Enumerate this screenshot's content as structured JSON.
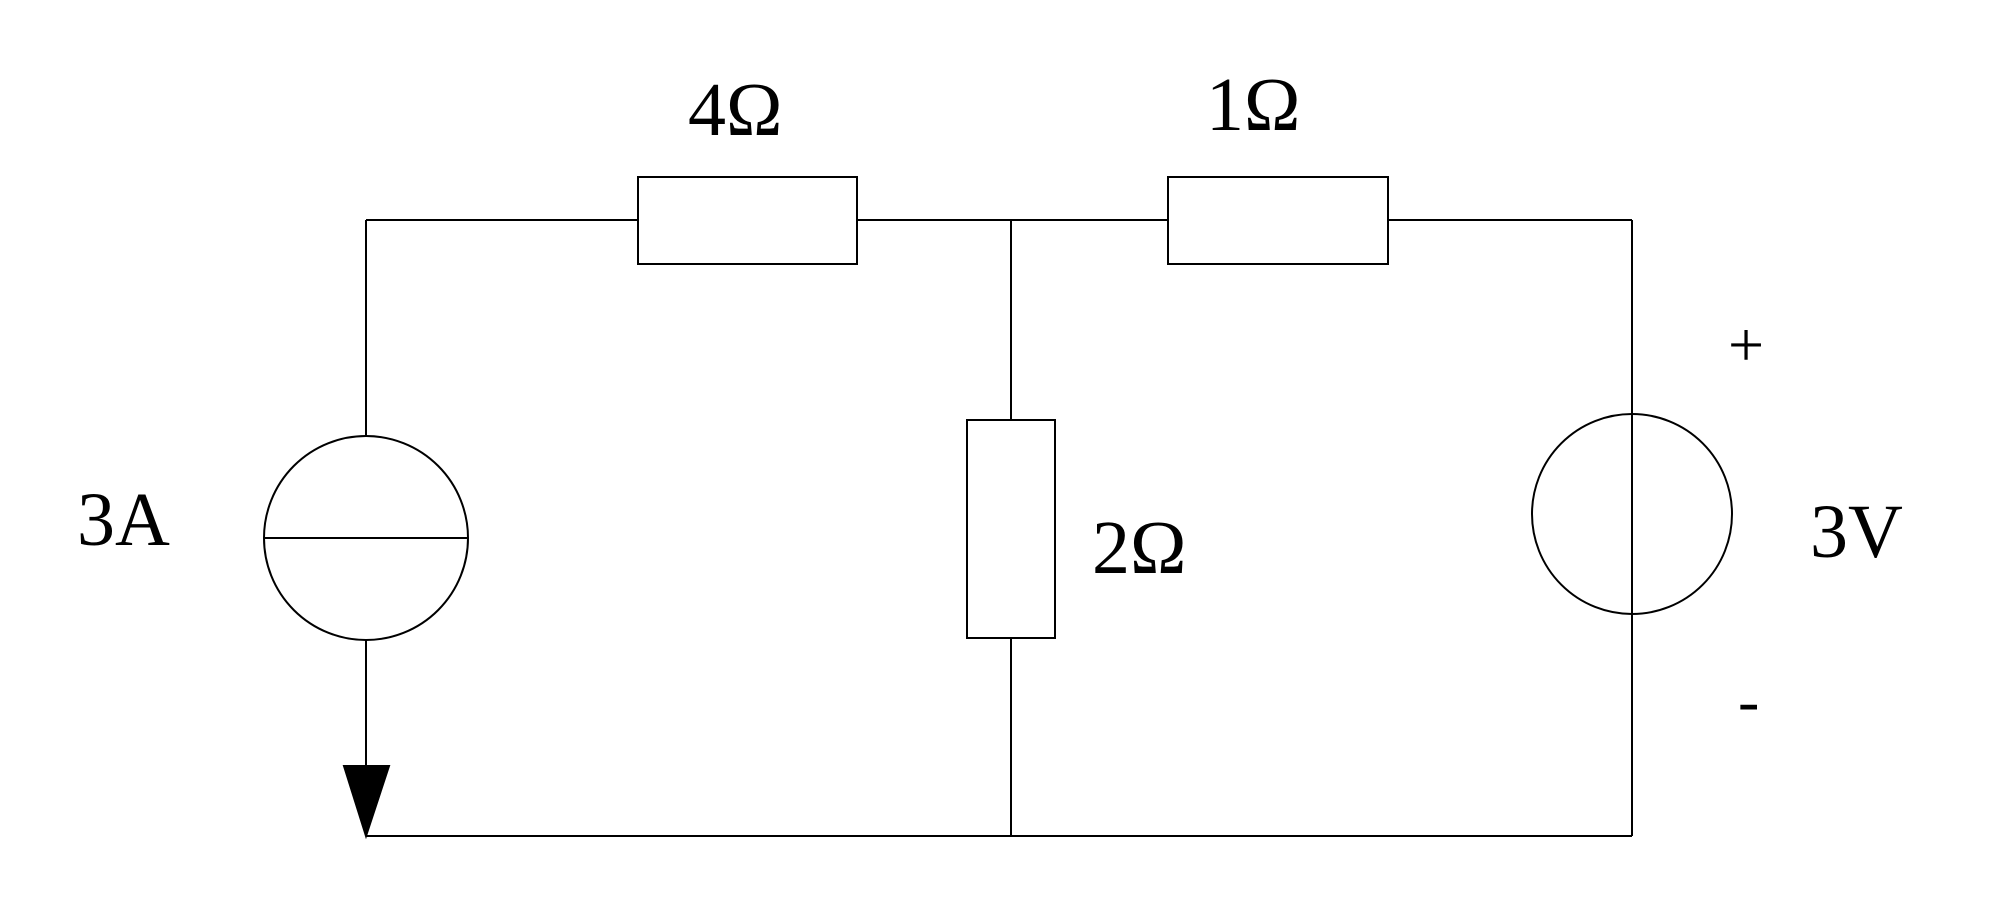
{
  "diagram": {
    "type": "circuit-schematic",
    "components": {
      "resistor_top_left": {
        "label": "4Ω"
      },
      "resistor_top_right": {
        "label": "1Ω"
      },
      "resistor_middle": {
        "label": "2Ω"
      },
      "current_source": {
        "label": "3A",
        "direction": "down"
      },
      "voltage_source": {
        "label": "3V",
        "plus": "+",
        "minus": "-"
      }
    },
    "colors": {
      "stroke": "#000000",
      "background": "#ffffff"
    }
  }
}
